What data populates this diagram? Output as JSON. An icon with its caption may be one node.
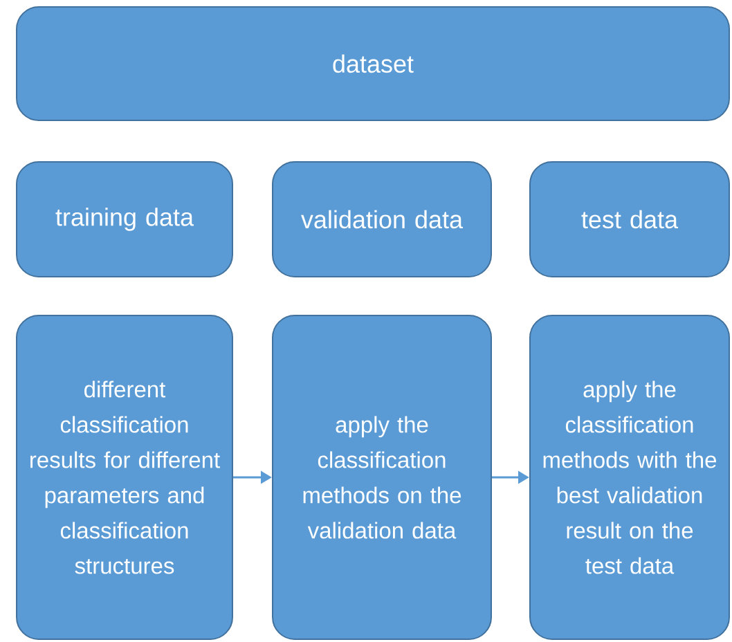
{
  "diagram": {
    "nodes": [
      {
        "text": [
          "dataset"
        ]
      },
      {
        "text": [
          "training data"
        ]
      },
      {
        "text": [
          "validation data"
        ]
      },
      {
        "text": [
          "test data"
        ]
      },
      {
        "text": [
          "different classification results for different parameters and classification structures"
        ]
      },
      {
        "text": [
          "apply the classification methods on the validation data"
        ]
      },
      {
        "text": [
          "apply the classification methods with the best validation result on the test data"
        ]
      }
    ],
    "edges": [
      {
        "from": 4,
        "to": 5,
        "arrow": "to"
      },
      {
        "from": 5,
        "to": 6,
        "arrow": "to"
      }
    ]
  }
}
